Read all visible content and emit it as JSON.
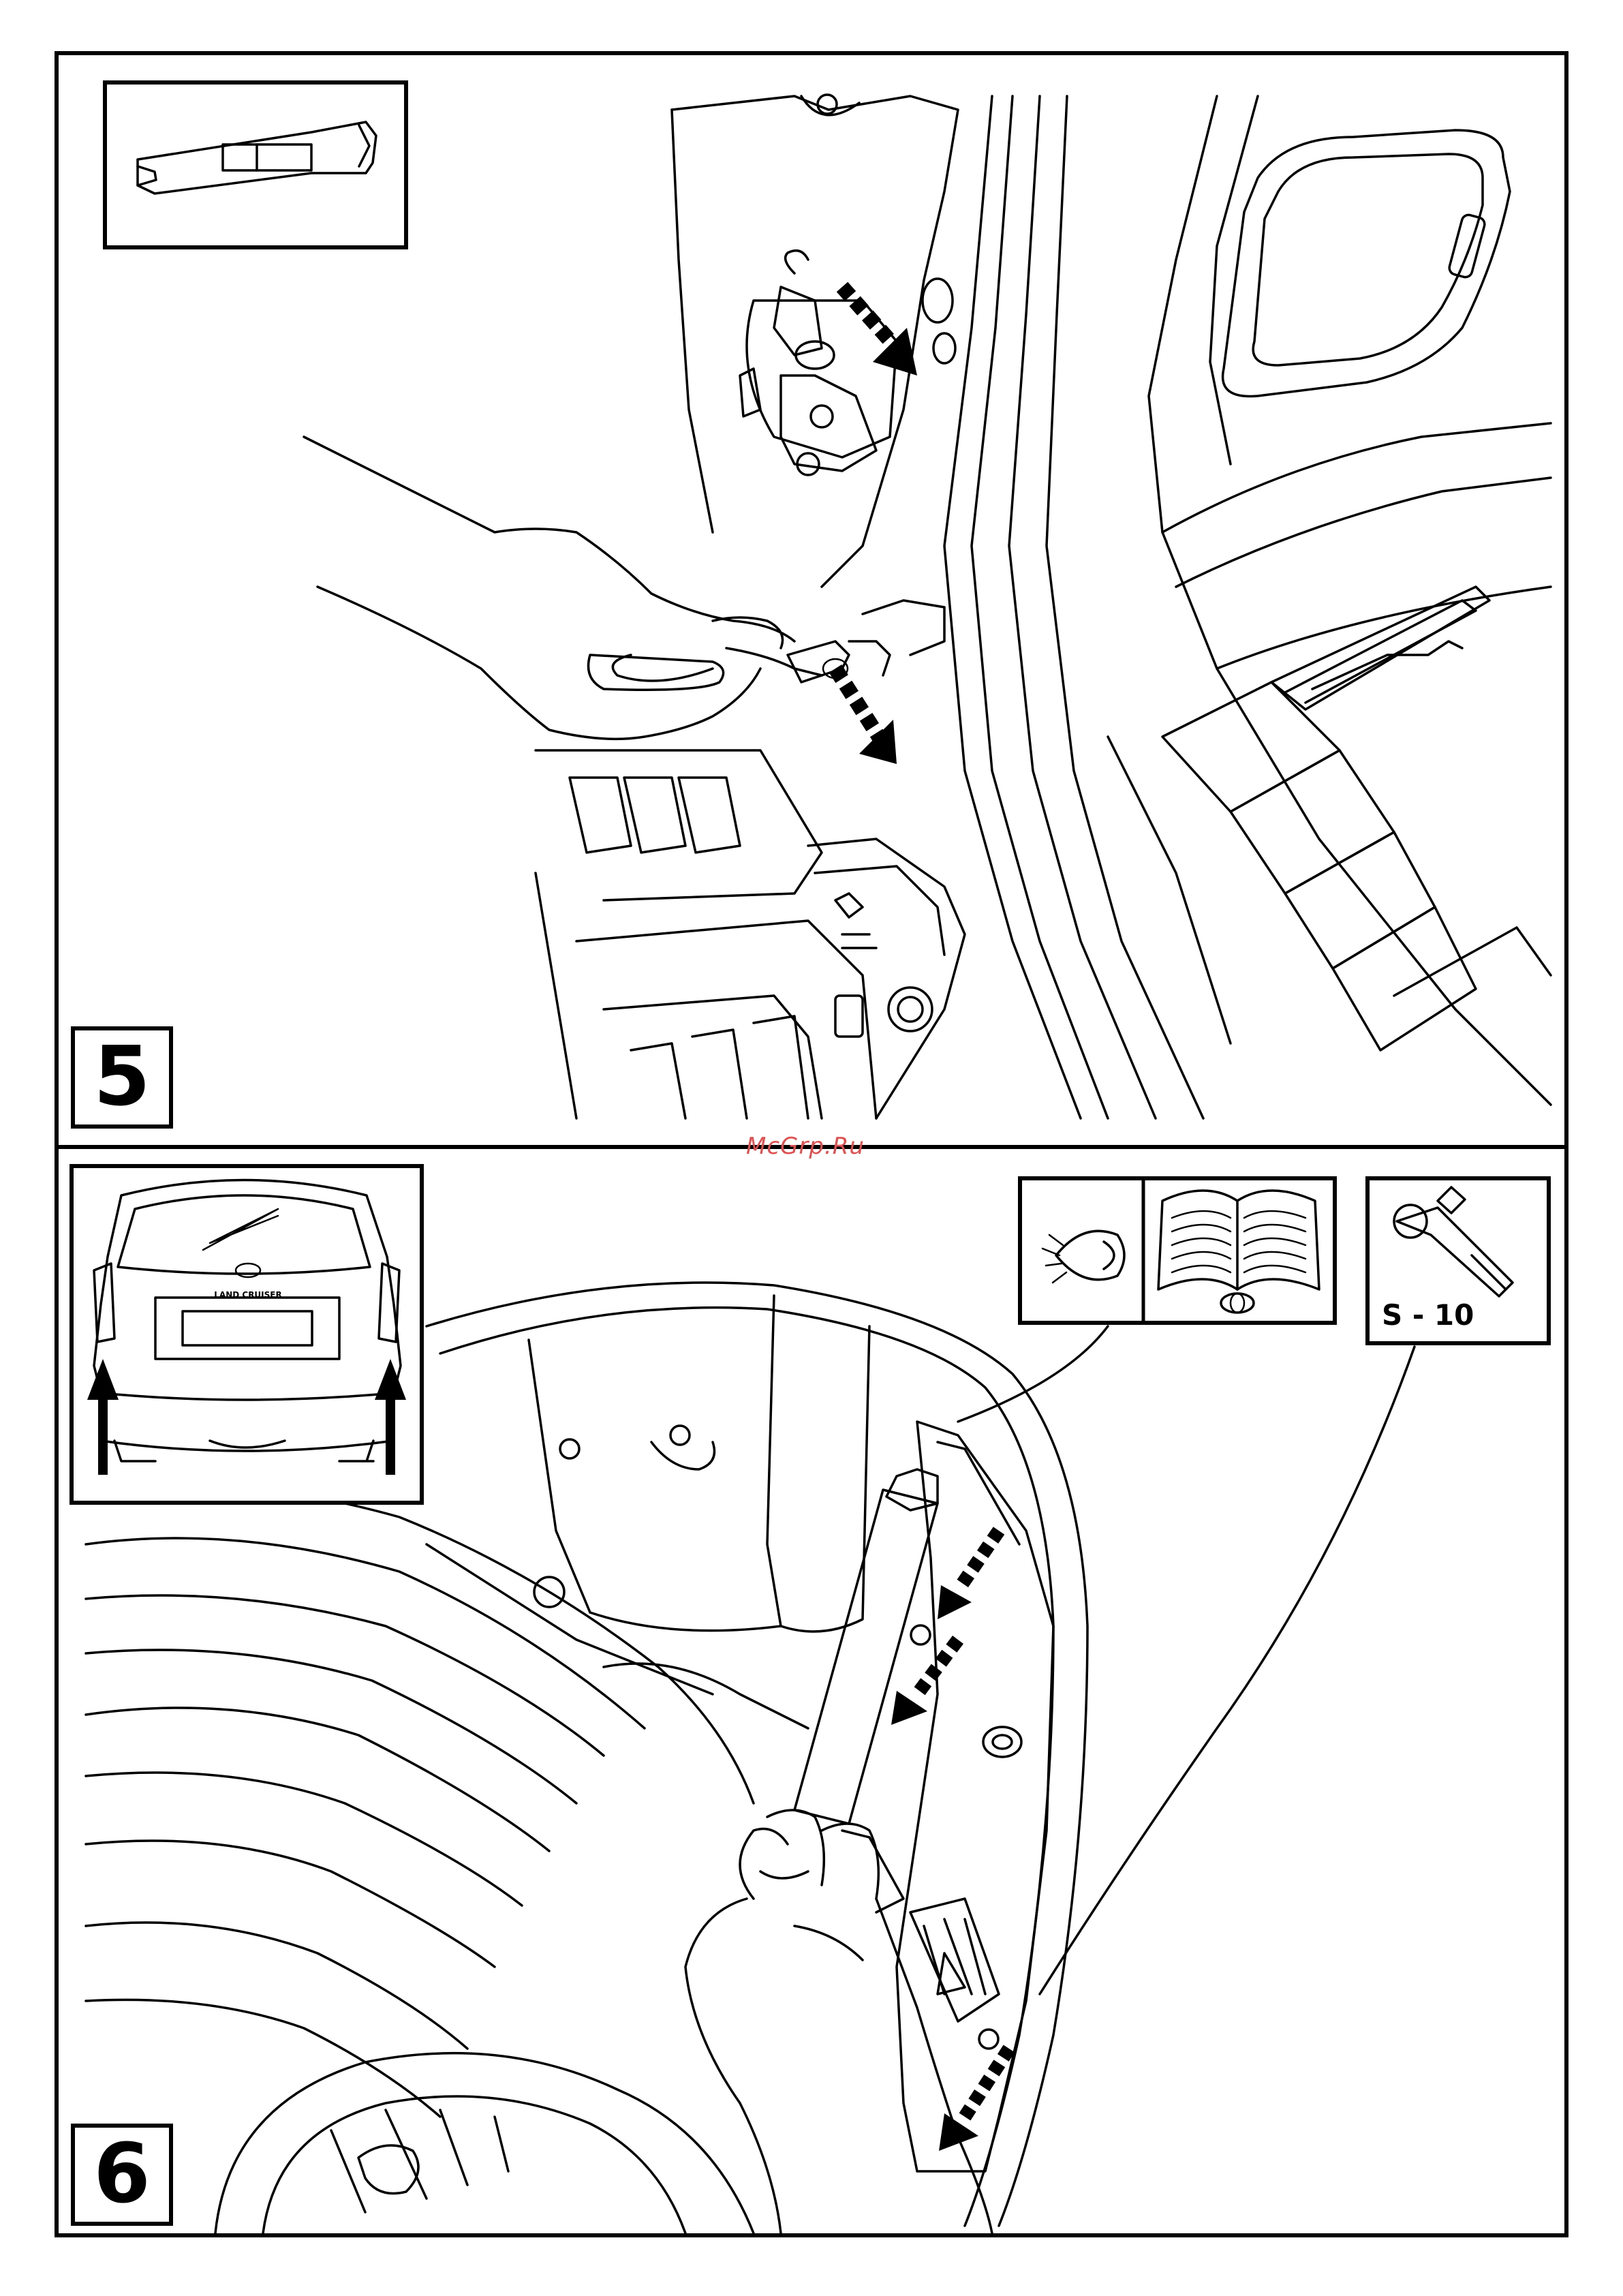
{
  "steps": [
    {
      "number": "5"
    },
    {
      "number": "6"
    }
  ],
  "watermark": "McGrp.Ru",
  "socket_inset": {
    "label": "S - 10"
  },
  "car_inset": {
    "badge": "LAND CRUISER"
  },
  "icons": {
    "trim_tool": "trim-removal-tool-icon",
    "eye": "eye-icon",
    "manual": "manual-book-icon",
    "socket_wrench": "socket-wrench-icon",
    "arrow": "dashed-arrow-icon"
  }
}
